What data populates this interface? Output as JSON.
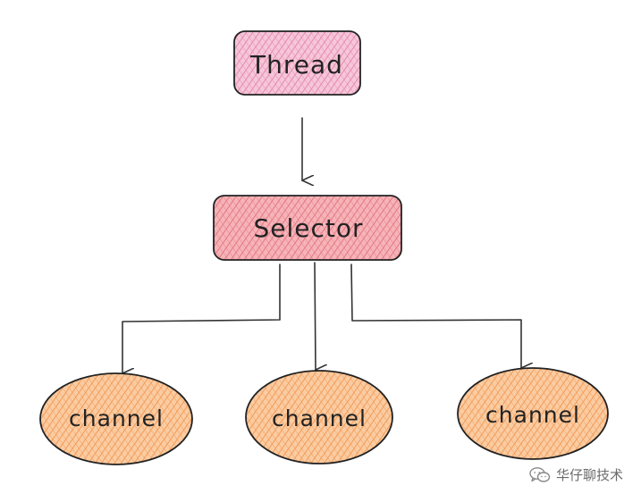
{
  "diagram": {
    "nodes": {
      "thread": {
        "label": "Thread",
        "color": "#f2a6c2"
      },
      "selector": {
        "label": "Selector",
        "color": "#f08d97"
      },
      "channels": [
        {
          "label": "channel",
          "color": "#f7a86a"
        },
        {
          "label": "channel",
          "color": "#f7a86a"
        },
        {
          "label": "channel",
          "color": "#f7a86a"
        }
      ]
    },
    "edges": [
      {
        "from": "Thread",
        "to": "Selector"
      },
      {
        "from": "Selector",
        "to": "channel"
      },
      {
        "from": "Selector",
        "to": "channel"
      },
      {
        "from": "Selector",
        "to": "channel"
      }
    ]
  },
  "watermark": {
    "icon": "wechat-icon",
    "text": "华仔聊技术"
  }
}
